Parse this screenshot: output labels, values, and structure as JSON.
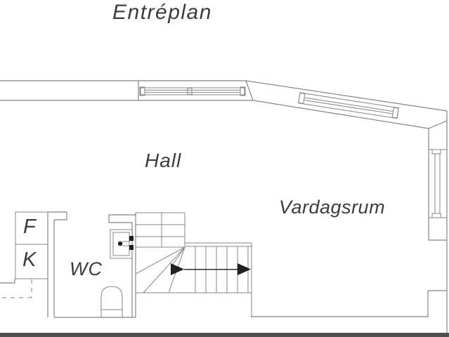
{
  "title": "Entréplan",
  "rooms": {
    "hall": "Hall",
    "vardagsrum": "Vardagsrum",
    "wc": "WC"
  },
  "appliances": {
    "f": "F",
    "k": "K"
  },
  "colors": {
    "wall_line": "#858585",
    "text": "#3c3c3c",
    "solid_detail": "#1f1f1f",
    "bottom_band": "#4f4f4f",
    "background": "#ffffff"
  }
}
